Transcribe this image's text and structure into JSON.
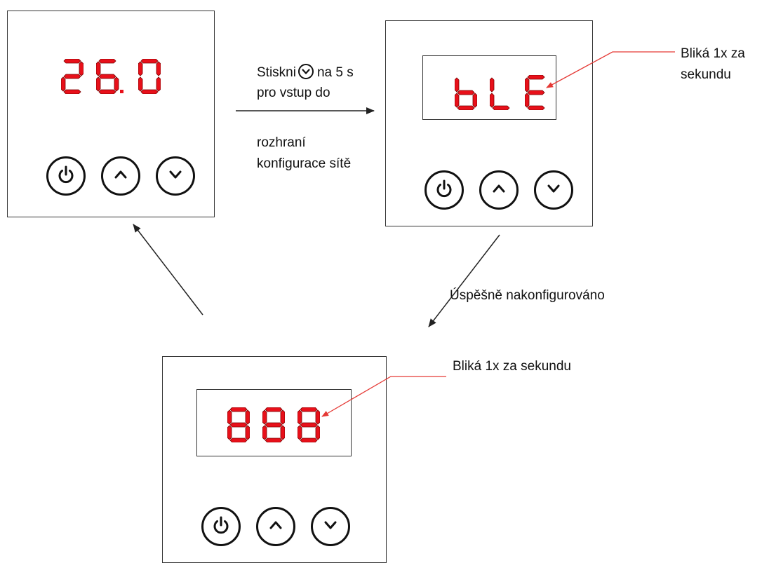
{
  "panel_normal": {
    "display_digits": [
      "2",
      "6.",
      "0"
    ]
  },
  "panel_ble": {
    "display_digits": [
      "b",
      "L",
      "E"
    ],
    "blink_note": "Bliká 1x za sekundu"
  },
  "panel_test": {
    "display_digits": [
      "8",
      "8",
      "8"
    ],
    "blink_note": "Bliká 1x za sekundu"
  },
  "instruction": {
    "line1_before_icon": "Stiskni",
    "line1_after_icon": "na 5 s",
    "line2": "pro vstup do",
    "line3": "rozhraní",
    "line4": "konfigurace sítě"
  },
  "success_label": "Úspěšně nakonfigurováno",
  "icons": {
    "power": "power-icon",
    "up": "chevron-up-icon",
    "down": "chevron-down-icon"
  },
  "colors": {
    "segment": "#e8101a",
    "segment_edge": "#7a0000",
    "pointer_line": "#e53935",
    "outline": "#333333"
  }
}
